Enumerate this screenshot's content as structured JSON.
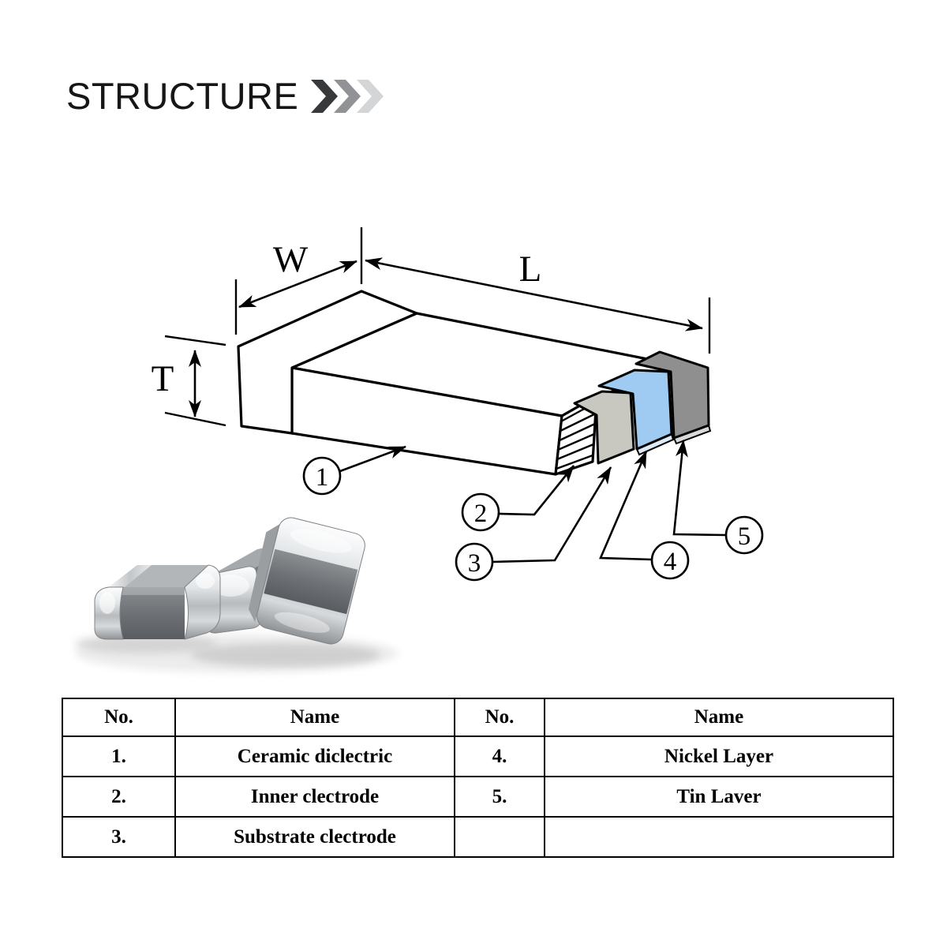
{
  "title": {
    "text": "STRUCTURE",
    "chevron_colors": [
      "#38393b",
      "#919295",
      "#d4d5d7"
    ]
  },
  "diagram": {
    "dimensions": {
      "width_label": "W",
      "length_label": "L",
      "thickness_label": "T"
    },
    "callouts": [
      {
        "num": "1",
        "target": "Ceramic diclectric"
      },
      {
        "num": "2",
        "target": "Inner clectrode"
      },
      {
        "num": "3",
        "target": "Substrate clectrode"
      },
      {
        "num": "4",
        "target": "Nickel Layer"
      },
      {
        "num": "5",
        "target": "Tin Laver"
      }
    ],
    "layer_colors": {
      "ceramic_body": "#ffffff",
      "substrate_electrode": "#c9c8c0",
      "nickel_layer": "#9fcbf3",
      "tin_layer": "#8f8f8f"
    },
    "line_color": "#000000"
  },
  "tables": {
    "left": {
      "headers": [
        "No.",
        "Name"
      ],
      "rows": [
        [
          "1.",
          "Ceramic diclectric"
        ],
        [
          "2.",
          "Inner clectrode"
        ],
        [
          "3.",
          "Substrate clectrode"
        ]
      ]
    },
    "right": {
      "headers": [
        "No.",
        "Name"
      ],
      "rows": [
        [
          "4.",
          "Nickel Layer"
        ],
        [
          "5.",
          "Tin Laver"
        ],
        [
          "",
          ""
        ]
      ]
    }
  }
}
